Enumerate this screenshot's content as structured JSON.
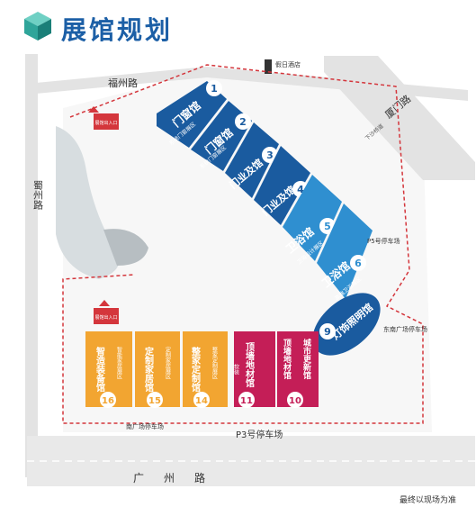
{
  "header": {
    "title": "展馆规划"
  },
  "colors": {
    "blue_hall": "#1a5b9f",
    "light_blue_hall": "#2f8fd0",
    "orange_hall": "#f2a531",
    "magenta_hall": "#c41e57",
    "road_gray": "#e3e3e3",
    "route_red": "#d4363c"
  },
  "roads": {
    "fuzhou": "福州路",
    "xiamen": "厦门路",
    "shuzhou": "蜀州路",
    "guangzhou": "广州路",
    "xiasha": "下沙桥道"
  },
  "landmarks": {
    "hotel": "假日酒店",
    "p5": "P5号停车场",
    "east_plaza": "东南广场停车场",
    "south_plaza": "南广场停车场",
    "p3": "P3号停车场"
  },
  "entrances": {
    "north": "展馆出入口",
    "west": "展馆出入口"
  },
  "halls": [
    {
      "num": "1",
      "name": "门窗馆",
      "sub": "系统门窗展区"
    },
    {
      "num": "2",
      "name": "门窗馆",
      "sub": "系统门窗展区"
    },
    {
      "num": "3",
      "name": "门业及馆"
    },
    {
      "num": "4",
      "name": "门业及馆"
    },
    {
      "num": "5",
      "name": "卫浴馆",
      "sub": "卫浴设计展区"
    },
    {
      "num": "6",
      "name": "卫浴馆",
      "sub": "高端卫浴展区"
    },
    {
      "num": "9",
      "name": "灯饰照明馆"
    },
    {
      "num": "10",
      "name": "城市更新馆",
      "sub": "顶墙地材馆"
    },
    {
      "num": "11",
      "name": "顶墙地材馆",
      "sub": "软装"
    },
    {
      "num": "14",
      "name": "整家定制馆",
      "sub": "整家定制展区"
    },
    {
      "num": "15",
      "name": "定制家居馆",
      "sub": "定制家居展区"
    },
    {
      "num": "16",
      "name": "智造装备馆",
      "sub": "智能家居展区"
    }
  ],
  "note": "最终以现场为准"
}
